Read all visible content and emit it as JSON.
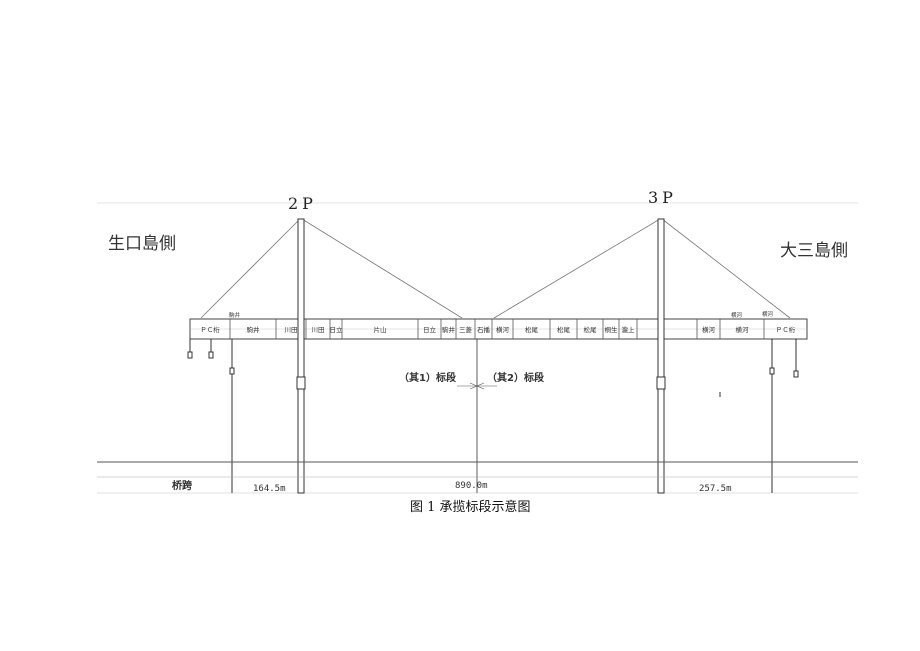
{
  "diagram": {
    "left_side_label": "生口島側",
    "right_side_label": "大三島側",
    "pylon_left_label": "2P",
    "pylon_right_label": "3P",
    "segments": [
      {
        "label": "ＰＣ桁"
      },
      {
        "label": "駒井"
      },
      {
        "label": "川田"
      },
      {
        "label": "川田"
      },
      {
        "label": "日立"
      },
      {
        "label": "片山"
      },
      {
        "label": "日立"
      },
      {
        "label": "駒井"
      },
      {
        "label": "三菱"
      },
      {
        "label": "石播"
      },
      {
        "label": "横河"
      },
      {
        "label": "松尾"
      },
      {
        "label": "松尾"
      },
      {
        "label": "松尾"
      },
      {
        "label": "桐生"
      },
      {
        "label": "瀧上"
      },
      {
        "label": "横河"
      },
      {
        "label": "横河"
      },
      {
        "label": "ＰＣ桁"
      }
    ],
    "top_small_labels": [
      "駒井",
      "横河",
      "横河"
    ],
    "lot_left": "（其1）标段",
    "lot_right": "（其2）标段",
    "span_header": "桥跨",
    "spans": [
      "164.5m",
      "890.0m",
      "257.5m"
    ]
  },
  "caption": "图 1 承揽标段示意图"
}
